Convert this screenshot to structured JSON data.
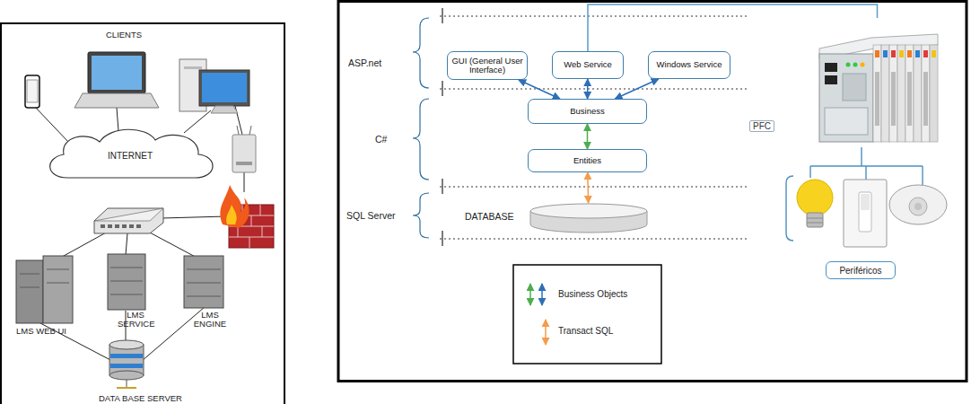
{
  "diagram": {
    "nodes": [
      {
        "text": [
          "INTERNET"
        ]
      },
      {
        "text": [
          "GUI (General User Interface)"
        ]
      },
      {
        "text": [
          "Web Service"
        ]
      },
      {
        "text": [
          "Windows Service"
        ]
      },
      {
        "text": [
          "PFC"
        ]
      },
      {
        "text": [
          "Business"
        ]
      },
      {
        "text": [
          "Entities"
        ]
      },
      {
        "text": [
          "DATABASE"
        ]
      },
      {
        "text": [
          "Periféricos"
        ]
      }
    ],
    "edges": [
      {
        "from": 1,
        "to": 5,
        "arrow": "both"
      },
      {
        "from": 2,
        "to": 5,
        "arrow": "both"
      },
      {
        "from": 3,
        "to": 5,
        "arrow": "both"
      },
      {
        "from": 5,
        "to": 6,
        "arrow": "both"
      },
      {
        "from": 6,
        "to": 7,
        "arrow": "both"
      },
      {
        "from": 2,
        "to": 4,
        "arrow": "none"
      }
    ],
    "labels": [
      "CLIENTS",
      "LMS WEB UI",
      "LMS SERVICE",
      "LMS ENGINE",
      "DATA BASE SERVER",
      "ASP.net",
      "C#",
      "SQL Server"
    ],
    "legend": [
      {
        "text": "Business Objects"
      },
      {
        "text": "Transact SQL"
      }
    ]
  }
}
